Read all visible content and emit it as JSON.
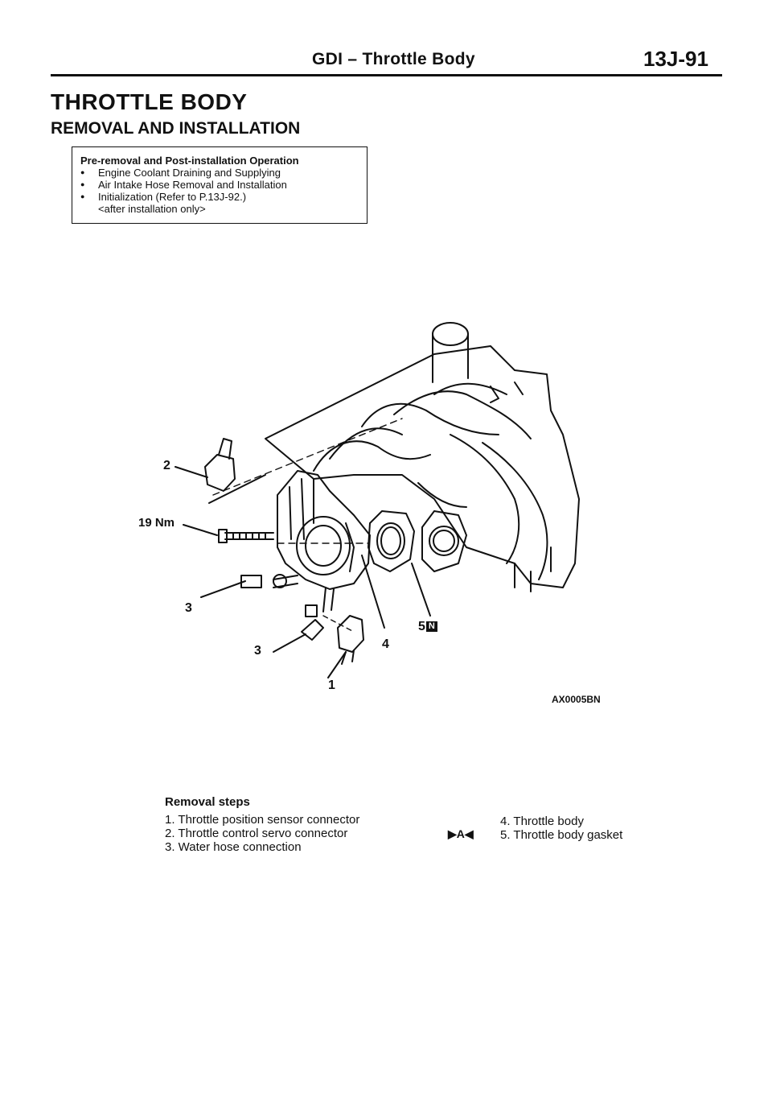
{
  "header": {
    "section": "GDI – Throttle Body",
    "page_number": "13J-91"
  },
  "title": "THROTTLE BODY",
  "subtitle": "REMOVAL AND INSTALLATION",
  "operation_box": {
    "title": "Pre-removal and Post-installation Operation",
    "items": [
      "Engine Coolant Draining and Supplying",
      "Air Intake Hose Removal and Installation",
      "Initialization (Refer to P.13J-92.)"
    ],
    "note": "<after installation only>"
  },
  "figure": {
    "labels": {
      "l2": "2",
      "torque": "19 Nm",
      "l3a": "3",
      "l3b": "3",
      "l4": "4",
      "l5": "5",
      "l5_icon": "N",
      "l1": "1"
    },
    "code": "AX0005BN"
  },
  "removal_steps": {
    "title": "Removal steps",
    "left": [
      "1. Throttle position sensor connector",
      "2. Throttle control servo connector",
      "3. Water hose connection"
    ],
    "right": [
      "4. Throttle body",
      "5. Throttle body gasket"
    ],
    "marker": "▶A◀"
  }
}
